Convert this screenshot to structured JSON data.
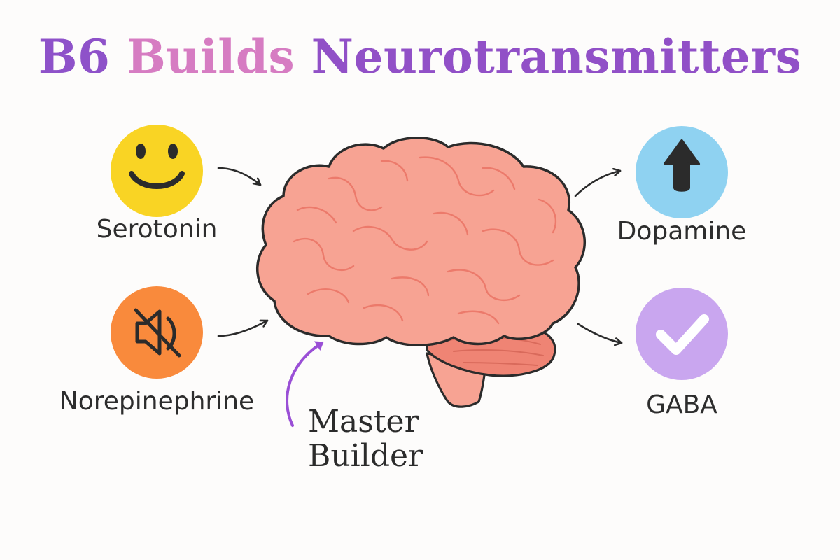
{
  "title": {
    "part1": "B6",
    "part2": "Builds",
    "part3": "Neurotransmitters"
  },
  "colors": {
    "title_purple": "#9150c7",
    "title_pink": "#d67cc2",
    "serotonin": "#f9d424",
    "norepinephrine": "#f98a3c",
    "dopamine": "#8fd2f1",
    "gaba": "#c9a6ef",
    "brain": "#f7a393",
    "cerebellum": "#ef8474",
    "arrow_accent": "#9a4fd6"
  },
  "neurotransmitters": [
    {
      "label": "Serotonin",
      "icon": "smiley-face-icon"
    },
    {
      "label": "Norepinephrine",
      "icon": "muted-speaker-icon"
    },
    {
      "label": "Dopamine",
      "icon": "up-arrow-icon"
    },
    {
      "label": "GABA",
      "icon": "checkmark-icon"
    }
  ],
  "center": {
    "icon": "brain-icon"
  },
  "caption": {
    "line1": "Master",
    "line2": "Builder"
  }
}
